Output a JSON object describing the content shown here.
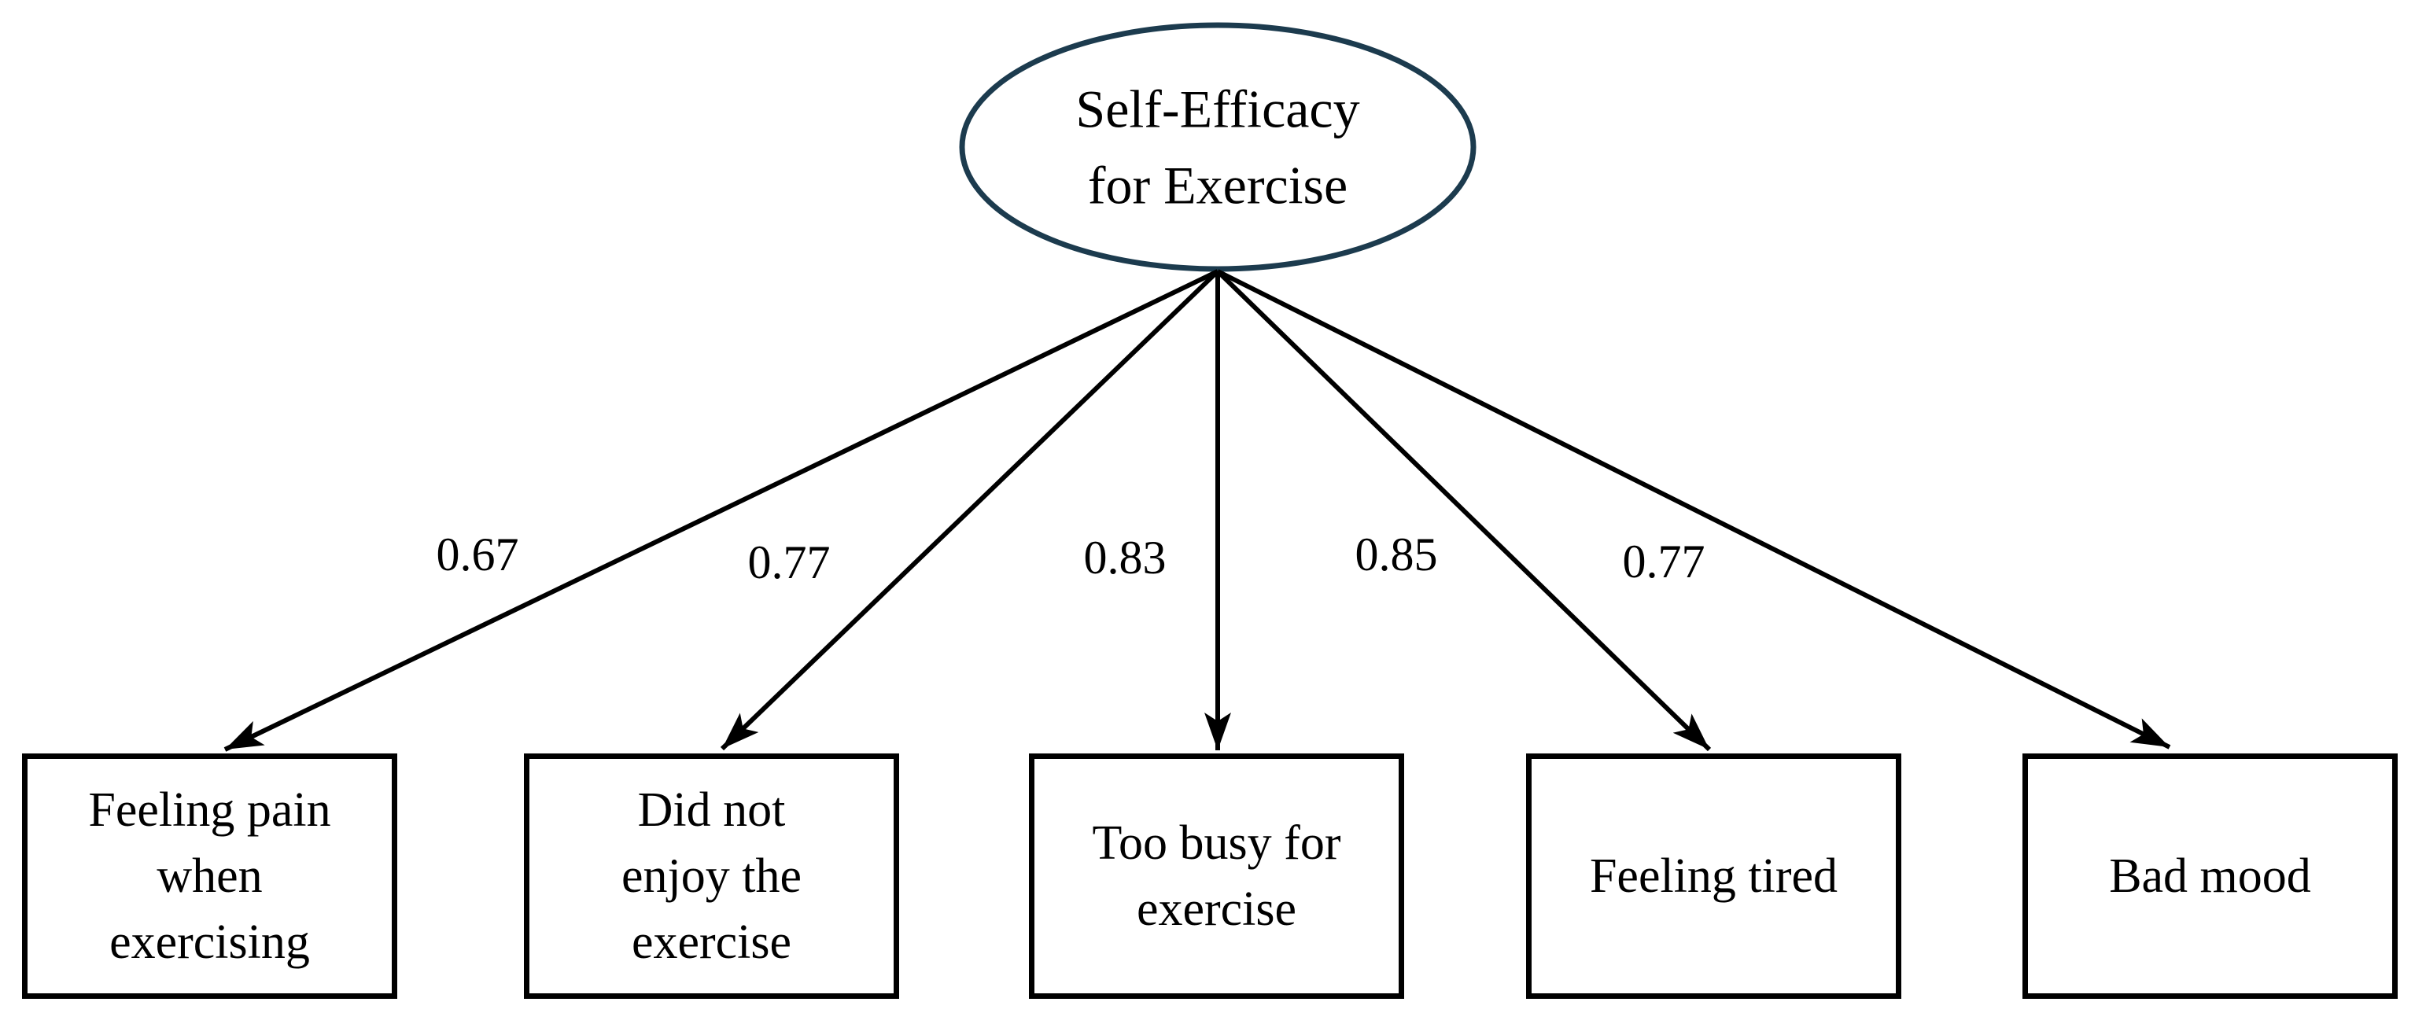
{
  "diagram": {
    "type": "confirmatory-factor-analysis-path-diagram",
    "latent": {
      "label": "Self-Efficacy\nfor Exercise"
    },
    "indicators": [
      {
        "label": "Feeling pain\nwhen\nexercising",
        "loading": "0.67"
      },
      {
        "label": "Did not\nenjoy the\nexercise",
        "loading": "0.77"
      },
      {
        "label": "Too busy for\nexercise",
        "loading": "0.83"
      },
      {
        "label": "Feeling tired",
        "loading": "0.85"
      },
      {
        "label": "Bad mood",
        "loading": "0.77"
      }
    ],
    "colors": {
      "ellipse_stroke": "#1c3b4e",
      "arrow": "#000000",
      "box_border": "#000000",
      "text": "#000000",
      "background": "#ffffff"
    }
  }
}
